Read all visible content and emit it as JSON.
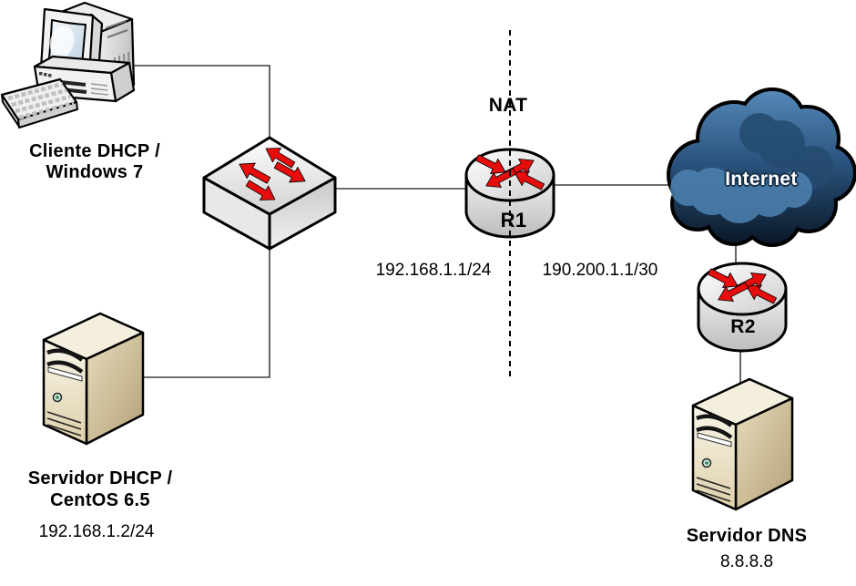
{
  "diagram": {
    "background": "#ffffff",
    "nodes": {
      "client": {
        "type": "desktop-computer",
        "label_line1": "Cliente DHCP /",
        "label_line2": "Windows 7"
      },
      "switch": {
        "type": "ethernet-switch"
      },
      "r1": {
        "type": "router",
        "label": "R1",
        "annotation": "NAT",
        "lan_interface_ip": "192.168.1.1/24",
        "wan_interface_ip": "190.200.1.1/30"
      },
      "internet": {
        "type": "cloud",
        "label": "Internet"
      },
      "r2": {
        "type": "router",
        "label": "R2"
      },
      "dhcp_server": {
        "type": "server",
        "label_line1": "Servidor DHCP /",
        "label_line2": "CentOS 6.5",
        "ip": "192.168.1.2/24"
      },
      "dns_server": {
        "type": "server",
        "label": "Servidor DNS",
        "ip": "8.8.8.8"
      }
    },
    "links": [
      "client-switch",
      "switch-r1",
      "switch-dhcp_server",
      "r1-internet",
      "internet-r2",
      "r2-dns_server"
    ],
    "colors": {
      "arrow_red": "#e80d0d",
      "device_grey": "#ececec",
      "server_beige": "#e6d9b6",
      "cloud_top": "#5588b8",
      "cloud_bottom": "#0a1828",
      "line": "#3f3f3f",
      "text": "#000000"
    }
  }
}
